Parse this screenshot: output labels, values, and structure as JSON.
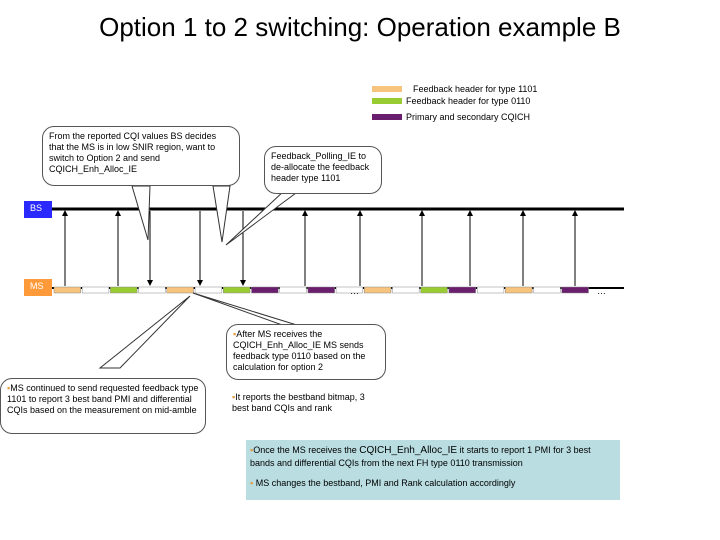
{
  "title": "Option 1 to 2 switching: Operation example B",
  "legend": [
    {
      "label": "Feedback header for type 1101",
      "color": "#f6c47c"
    },
    {
      "label": "Feedback header for type 0110",
      "color": "#99cc33"
    },
    {
      "label": "Primary and secondary CQICH",
      "color": "#6a1f6e"
    }
  ],
  "lanes": {
    "bs": "BS",
    "ms": "MS"
  },
  "ellipsis": "…",
  "callouts": {
    "cqi_decision": "From the reported CQI values BS decides that the MS is in low SNIR region, want to switch to Option 2 and send CQICH_Enh_Alloc_IE",
    "polling": "Feedback_Polling_IE to de-allocate the feedback header type 1101",
    "continued": "MS continued to send requested feedback type 1101 to report 3 best band PMI and differential CQIs based on the measurement on mid-amble",
    "after_receive": "After MS  receives the CQICH_Enh_Alloc_IE MS sends feedback type 0110 based on the calculation for option 2",
    "bitmap": "It reports the bestband bitmap, 3 best band CQIs and rank"
  },
  "bullet_char": "▪",
  "info": {
    "line1_a": "Once the MS receives the ",
    "line1_code": "CQICH_Enh_Alloc_IE",
    "line1_b": " it starts to report 1 PMI for 3 best bands and differential CQIs  from the next FH type 0110 transmission",
    "line2": " MS changes the bestband, PMI and Rank calculation accordingly"
  },
  "colors": {
    "fh1101": "#f6c47c",
    "fh0110": "#99cc33",
    "cqich": "#6a1f6e",
    "empty": "#ffffff",
    "info_bg": "#b9dde1"
  },
  "ms_slots": [
    "fh1101",
    "empty",
    "fh0110",
    "empty",
    "fh1101",
    "empty",
    "fh0110",
    "cqich",
    "empty",
    "cqich",
    "empty",
    "fh1101",
    "empty",
    "fh0110",
    "cqich",
    "empty",
    "fh1101",
    "empty",
    "cqich"
  ]
}
